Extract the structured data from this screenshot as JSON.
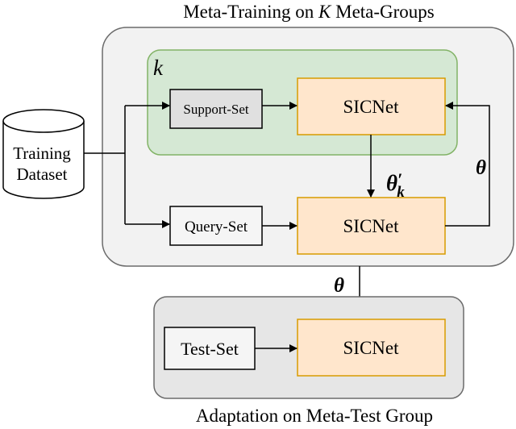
{
  "diagram": {
    "top_title_pre": "Meta-Training on ",
    "top_title_var": "K",
    "top_title_post": " Meta-Groups",
    "bottom_title": "Adaptation on Meta-Test Group",
    "group_label": "k",
    "database_label_line1": "Training",
    "database_label_line2": "Dataset",
    "support_set": "Support-Set",
    "query_set": "Query-Set",
    "test_set": "Test-Set",
    "sicnet_top": "SICNet",
    "sicnet_mid": "SICNet",
    "sicnet_bottom": "SICNet",
    "theta_right": "θ",
    "theta_prime_base": "θ",
    "theta_prime_mark": "′",
    "theta_prime_sub": "k",
    "theta_bottom": "θ"
  },
  "colors": {
    "outer_panel_fill": "#f2f2f2",
    "outer_panel_stroke": "#6b6b6b",
    "test_panel_fill": "#e6e6e6",
    "green_fill": "#d5e8d4",
    "green_stroke": "#82b366",
    "sicnet_fill": "#ffe6cc",
    "sicnet_stroke": "#d79b00",
    "set_box_fill": "#f5f5f5",
    "support_fill": "#e0e0e0",
    "line": "#000000"
  }
}
